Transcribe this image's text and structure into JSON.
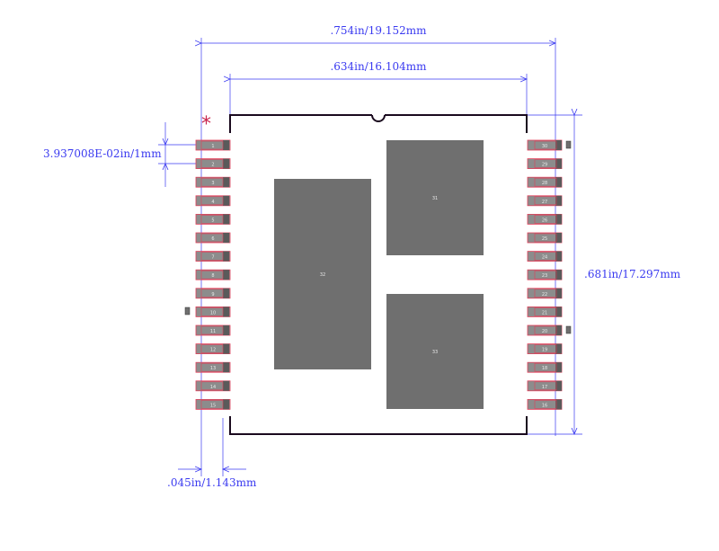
{
  "colors": {
    "dimension": "#3a3af0",
    "outline": "#1a0a1e",
    "pad_fill": "#8c8c8c",
    "pad_stroke": "#e0405a",
    "pad_tail": "#5a5a5a",
    "thermal_fill": "#6f6f6f",
    "pin1_marker": "#c8254d",
    "label_text": "#e8e8e8"
  },
  "dimensions": {
    "overall_width": ".754in/19.152mm",
    "body_width": ".634in/16.104mm",
    "pitch": "3.937008E-02in/1mm",
    "height": ".681in/17.297mm",
    "pad_length": ".045in/1.143mm"
  },
  "pin1_marker": "*",
  "left_pins": [
    "1",
    "2",
    "3",
    "4",
    "5",
    "6",
    "7",
    "8",
    "9",
    "10",
    "11",
    "12",
    "13",
    "14",
    "15"
  ],
  "right_pins": [
    "30",
    "29",
    "28",
    "27",
    "26",
    "25",
    "24",
    "23",
    "22",
    "21",
    "20",
    "19",
    "18",
    "17",
    "16"
  ],
  "thermal_pads": [
    "31",
    "32",
    "33"
  ]
}
